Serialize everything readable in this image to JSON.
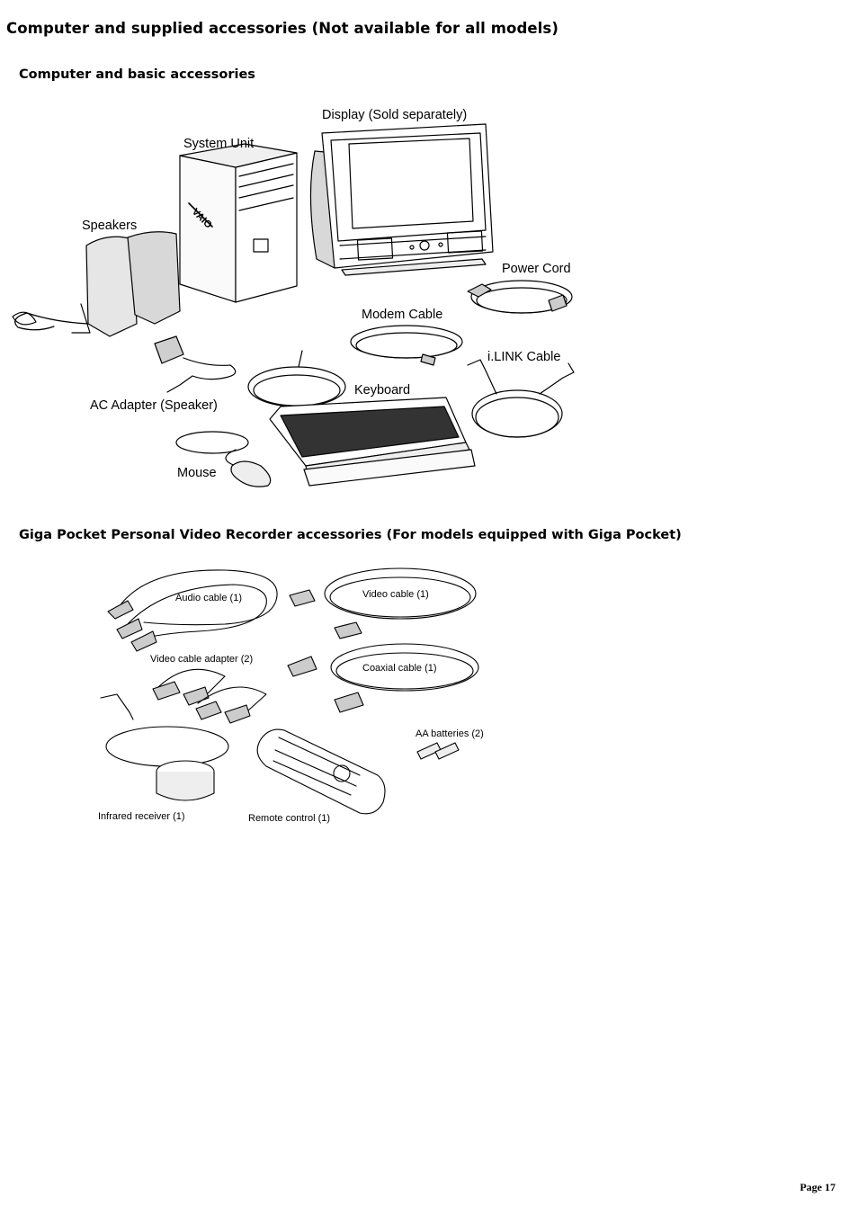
{
  "page_title": "Computer and supplied accessories (Not available for all models)",
  "sections": [
    {
      "heading": "Computer and basic accessories",
      "labels": {
        "display": "Display (Sold separately)",
        "system_unit": "System Unit",
        "speakers": "Speakers",
        "power_cord": "Power Cord",
        "modem_cable": "Modem Cable",
        "ilink_cable": "i.LINK Cable",
        "keyboard": "Keyboard",
        "ac_adapter": "AC Adapter (Speaker)",
        "mouse": "Mouse"
      }
    },
    {
      "heading": "Giga Pocket Personal Video Recorder accessories (For models equipped with Giga Pocket)",
      "labels": {
        "audio_cable": "Audio cable (1)",
        "video_cable": "Video cable (1)",
        "video_cable_adapter": "Video cable adapter (2)",
        "coaxial_cable": "Coaxial cable (1)",
        "aa_batteries": "AA batteries (2)",
        "infrared_receiver": "Infrared receiver (1)",
        "remote_control": "Remote control (1)"
      }
    }
  ],
  "footer": {
    "page_label": "Page 17"
  },
  "logos": {
    "vaio": "VAIO"
  }
}
